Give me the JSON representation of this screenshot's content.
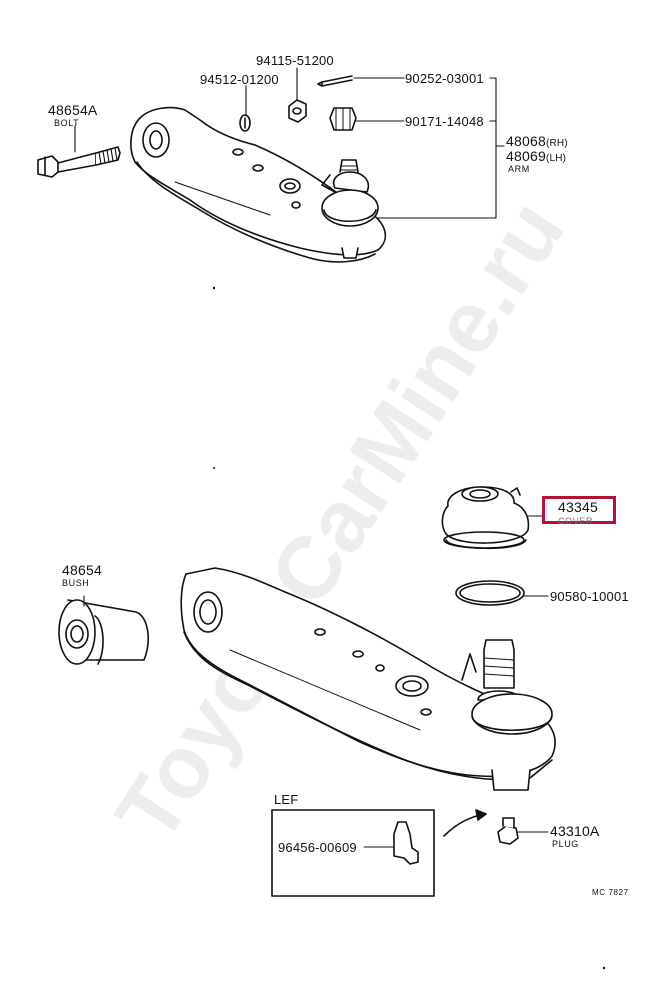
{
  "watermark": "ToyotaCarMine.ru",
  "diagram_code": "MC 7827",
  "parts": {
    "p48654A": {
      "number": "48654A",
      "name": "BOLT"
    },
    "p94115": {
      "number": "94115-51200"
    },
    "p94512": {
      "number": "94512-01200"
    },
    "p90252": {
      "number": "90252-03001"
    },
    "p90171": {
      "number": "90171-14048"
    },
    "p48068": {
      "number": "48068",
      "suffix": "(RH)"
    },
    "p48069": {
      "number": "48069",
      "suffix": "(LH)",
      "name": "ARM"
    },
    "p43345": {
      "number": "43345",
      "name": "COVER"
    },
    "p48654": {
      "number": "48654",
      "name": "BUSH"
    },
    "p90580": {
      "number": "90580-10001"
    },
    "p43310A": {
      "number": "43310A",
      "name": "PLUG"
    },
    "p96456": {
      "number": "96456-00609"
    },
    "lef_label": "LEF"
  },
  "highlight_color": "#b5123a"
}
